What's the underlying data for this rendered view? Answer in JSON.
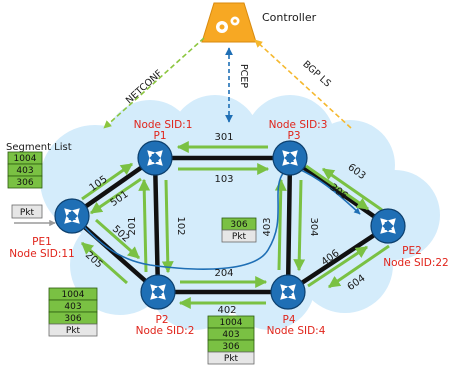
{
  "controller": {
    "label": "Controller"
  },
  "protocols": {
    "netconf": "NETCONF",
    "pcep": "PCEP",
    "bgp_ls": "BGP LS"
  },
  "segment_list_title": "Segment List",
  "segment_list": [
    "1004",
    "403",
    "306"
  ],
  "packet_label": "Pkt",
  "nodes": {
    "pe1": {
      "name": "PE1",
      "sid": "Node SID:11"
    },
    "p1": {
      "name": "P1",
      "sid": "Node SID:1"
    },
    "p2": {
      "name": "P2",
      "sid": "Node SID:2"
    },
    "p3": {
      "name": "P3",
      "sid": "Node SID:3"
    },
    "p4": {
      "name": "P4",
      "sid": "Node SID:4"
    },
    "pe2": {
      "name": "PE2",
      "sid": "Node SID:22"
    }
  },
  "adjacency_sids": {
    "pe1_p1": "105",
    "p1_pe1": "501",
    "pe1_p2": "205",
    "p2_pe1": "502",
    "p1_p3": "103",
    "p3_p1": "301",
    "p1_p2": "102",
    "p2_p1": "201",
    "p2_p4": "204",
    "p4_p2": "402",
    "p3_p4": "304",
    "p4_p3": "403",
    "p3_pe2": "306",
    "pe2_p3": "603",
    "p4_pe2": "406",
    "pe2_p4": "604"
  },
  "stacks": {
    "at_p2": [
      "1004",
      "403",
      "306",
      "Pkt"
    ],
    "at_p4": [
      "1004",
      "403",
      "306",
      "Pkt"
    ],
    "at_p3": [
      "306",
      "Pkt"
    ]
  },
  "colors": {
    "cloud": "#d4ecfb",
    "router": "#1f6fb5",
    "adjacency_arrow": "#7ac143",
    "netconf": "#8cc63f",
    "pcep": "#1f6fb5",
    "bgp_ls": "#f5b82e",
    "controller": "#f7a823",
    "node_sid": "#e0241b",
    "stack_cell": "#7ac143"
  }
}
